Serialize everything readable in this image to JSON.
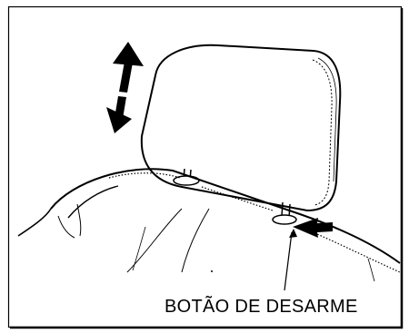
{
  "figure": {
    "callout_label": "BOTÃO DE DESARME"
  },
  "colors": {
    "ink": "#000000",
    "paper": "#ffffff"
  },
  "icons": {
    "adjust_arrow": "double-headed-vertical-arrow",
    "pointer_arrow": "solid-arrow-pointing-left"
  }
}
